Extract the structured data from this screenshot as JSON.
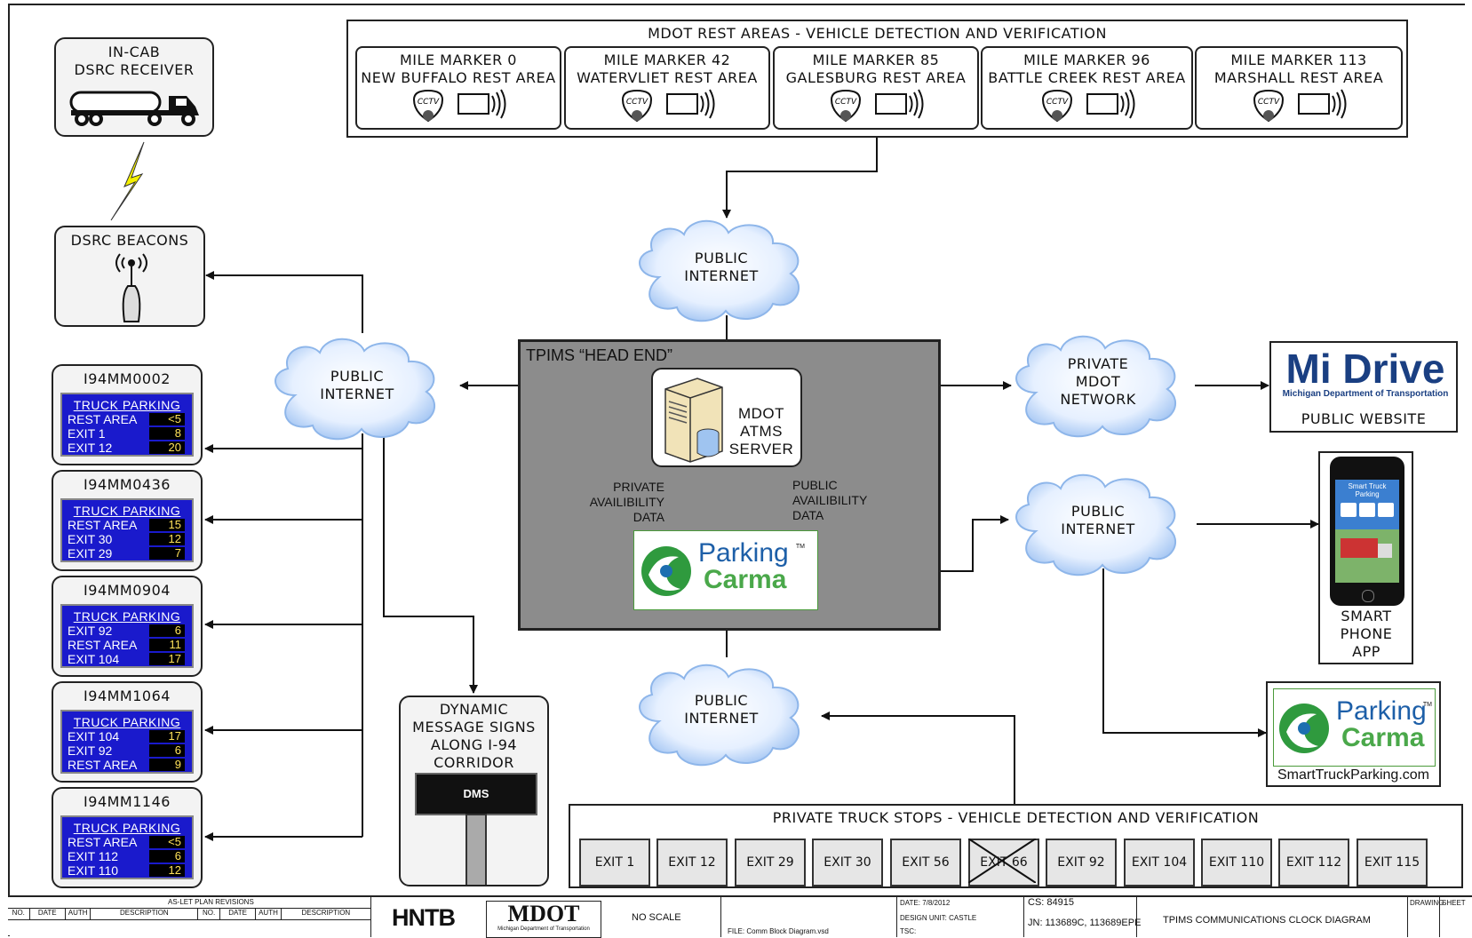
{
  "rest_areas": {
    "title": "MDOT REST AREAS - VEHICLE DETECTION AND VERIFICATION",
    "items": [
      {
        "line1": "MILE MARKER 0",
        "line2": "NEW BUFFALO REST AREA"
      },
      {
        "line1": "MILE MARKER 42",
        "line2": "WATERVLIET REST AREA"
      },
      {
        "line1": "MILE MARKER 85",
        "line2": "GALESBURG REST AREA"
      },
      {
        "line1": "MILE MARKER 96",
        "line2": "BATTLE CREEK REST AREA"
      },
      {
        "line1": "MILE MARKER 113",
        "line2": "MARSHALL REST AREA"
      }
    ],
    "cctv_label": "CCTV"
  },
  "in_cab": {
    "line1": "IN-CAB",
    "line2": "DSRC RECEIVER"
  },
  "beacons": {
    "label": "DSRC BEACONS"
  },
  "clouds": {
    "top": {
      "line1": "PUBLIC",
      "line2": "INTERNET"
    },
    "left": {
      "line1": "PUBLIC",
      "line2": "INTERNET"
    },
    "bottom": {
      "line1": "PUBLIC",
      "line2": "INTERNET"
    },
    "right_private": {
      "line1": "PRIVATE",
      "line2": "MDOT",
      "line3": "NETWORK"
    },
    "right_public": {
      "line1": "PUBLIC",
      "line2": "INTERNET"
    }
  },
  "head_end": {
    "title": "TPIMS “HEAD END”",
    "server": {
      "line1": "MDOT",
      "line2": "ATMS",
      "line3": "SERVER"
    },
    "private_data": {
      "line1": "PRIVATE",
      "line2": "AVAILIBILITY",
      "line3": "DATA"
    },
    "public_data": {
      "line1": "PUBLIC",
      "line2": "AVAILIBILITY",
      "line3": "DATA"
    }
  },
  "parking_carma": {
    "word1": "Parking",
    "word2": "Carma",
    "tm": "TM"
  },
  "signs": [
    {
      "id": "I94MM0002",
      "header": "TRUCK PARKING",
      "rows": [
        [
          "REST AREA",
          "<5"
        ],
        [
          "EXIT 1",
          "8"
        ],
        [
          "EXIT 12",
          "20"
        ]
      ]
    },
    {
      "id": "I94MM0436",
      "header": "TRUCK PARKING",
      "rows": [
        [
          "REST AREA",
          "15"
        ],
        [
          "EXIT 30",
          "12"
        ],
        [
          "EXIT 29",
          "7"
        ]
      ]
    },
    {
      "id": "I94MM0904",
      "header": "TRUCK PARKING",
      "rows": [
        [
          "EXIT 92",
          "6"
        ],
        [
          "REST AREA",
          "11"
        ],
        [
          "EXIT 104",
          "17"
        ]
      ]
    },
    {
      "id": "I94MM1064",
      "header": "TRUCK PARKING",
      "rows": [
        [
          "EXIT 104",
          "17"
        ],
        [
          "EXIT 92",
          "6"
        ],
        [
          "REST AREA",
          "9"
        ]
      ]
    },
    {
      "id": "I94MM1146",
      "header": "TRUCK PARKING",
      "rows": [
        [
          "REST AREA",
          "<5"
        ],
        [
          "EXIT 112",
          "6"
        ],
        [
          "EXIT 110",
          "12"
        ]
      ]
    }
  ],
  "dms": {
    "line1": "DYNAMIC",
    "line2": "MESSAGE SIGNS",
    "line3": "ALONG I-94",
    "line4": "CORRIDOR",
    "panel": "DMS"
  },
  "midrive": {
    "logo": "Mi Drive",
    "sub": "Michigan Department of Transportation",
    "label": "PUBLIC WEBSITE"
  },
  "phone": {
    "screen_title_1": "Smart Truck",
    "screen_title_2": "Parking",
    "line1": "SMART",
    "line2": "PHONE",
    "line3": "APP"
  },
  "smarttruck": {
    "url": "SmartTruckParking.com"
  },
  "truck_stops": {
    "title": "PRIVATE TRUCK STOPS - VEHICLE DETECTION AND VERIFICATION",
    "exits": [
      "EXIT 1",
      "EXIT 12",
      "EXIT 29",
      "EXIT 30",
      "EXIT 56",
      "EXIT 66",
      "EXIT 92",
      "EXIT 104",
      "EXIT 110",
      "EXIT 112",
      "EXIT 115"
    ]
  },
  "title_block": {
    "revisions": "AS-LET PLAN REVISIONS",
    "cols": [
      "NO.",
      "DATE",
      "AUTH",
      "DESCRIPTION",
      "NO.",
      "DATE",
      "AUTH",
      "DESCRIPTION"
    ],
    "hntb": "HNTB",
    "mdot": "MDOT",
    "mdot_sub": "Michigan Department of Transportation",
    "scale": "NO SCALE",
    "date": "DATE: 7/8/2012",
    "design_unit": "DESIGN UNIT: CASTLE",
    "tsc": "TSC:",
    "file": "FILE: Comm Block Diagram.vsd",
    "cs": "CS:  84915",
    "jn": "JN: 113689C, 113689EPE",
    "title": "TPIMS COMMUNICATIONS CLOCK DIAGRAM",
    "drawing": "DRAWING",
    "sheet": "SHEET"
  }
}
